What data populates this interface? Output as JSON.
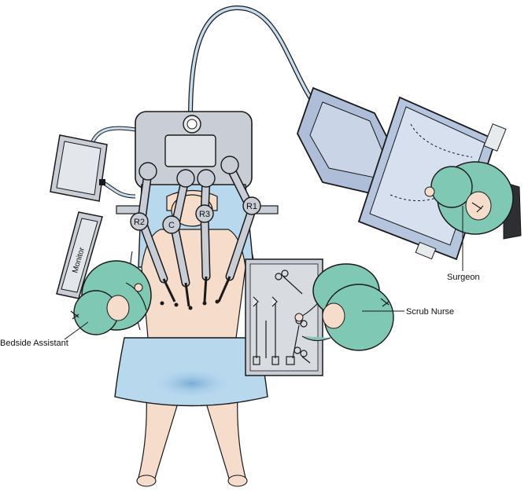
{
  "labels": {
    "surgeon": "Surgeon",
    "scrub_nurse": "Scrub Nurse",
    "bedside_assistant": "Bedside Assistant",
    "monitor": "Monitor"
  },
  "robot_arms": {
    "r2": "R2",
    "c": "C",
    "r3": "R3",
    "r1": "R1"
  },
  "colors": {
    "outline": "#1a1a1a",
    "robot_metal": "#c9ced6",
    "console_blue": "#aebed8",
    "drape_blue": "#b8d8ee",
    "gown_green": "#7fc9b4",
    "skin": "#f6dccb",
    "cable": "#c6ddf0"
  }
}
